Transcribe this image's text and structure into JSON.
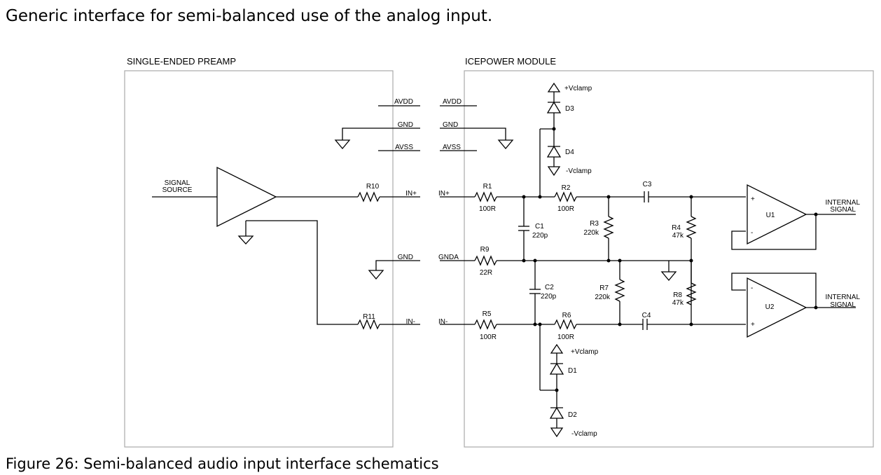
{
  "heading": "Generic interface for semi-balanced use of the analog input.",
  "caption": "Figure 26: Semi-balanced audio input interface schematics",
  "blocks": {
    "preamp": "SINGLE-ENDED PREAMP",
    "module": "ICEPOWER MODULE"
  },
  "preamp": {
    "source_label_1": "SIGNAL",
    "source_label_2": "SOURCE",
    "pins": {
      "avdd": "AVDD",
      "gnd": "GND",
      "avss": "AVSS",
      "in_plus": "IN+",
      "gnd2": "GND",
      "in_minus": "IN-"
    },
    "resistors": {
      "r10": "R10",
      "r11": "R11"
    }
  },
  "module": {
    "pins": {
      "avdd": "AVDD",
      "gnd": "GND",
      "avss": "AVSS",
      "in_plus": "IN+",
      "gnda": "GNDA",
      "in_minus": "IN-"
    },
    "r1": {
      "name": "R1",
      "value": "100R"
    },
    "r2": {
      "name": "R2",
      "value": "100R"
    },
    "r3": {
      "name": "R3",
      "value": "220k"
    },
    "r4": {
      "name": "R4",
      "value": "47k"
    },
    "r5": {
      "name": "R5",
      "value": "100R"
    },
    "r6": {
      "name": "R6",
      "value": "100R"
    },
    "r7": {
      "name": "R7",
      "value": "220k"
    },
    "r8": {
      "name": "R8",
      "value": "47k"
    },
    "r9": {
      "name": "R9",
      "value": "22R"
    },
    "c1": {
      "name": "C1",
      "value": "220p"
    },
    "c2": {
      "name": "C2",
      "value": "220p"
    },
    "c3": {
      "name": "C3"
    },
    "c4": {
      "name": "C4"
    },
    "d1": "D1",
    "d2": "D2",
    "d3": "D3",
    "d4": "D4",
    "vclamp_pos": "+Vclamp",
    "vclamp_neg": "-Vclamp",
    "u1": "U1",
    "u2": "U2",
    "plus": "+",
    "minus": "-",
    "out_1": "INTERNAL",
    "out_2": "SIGNAL"
  }
}
